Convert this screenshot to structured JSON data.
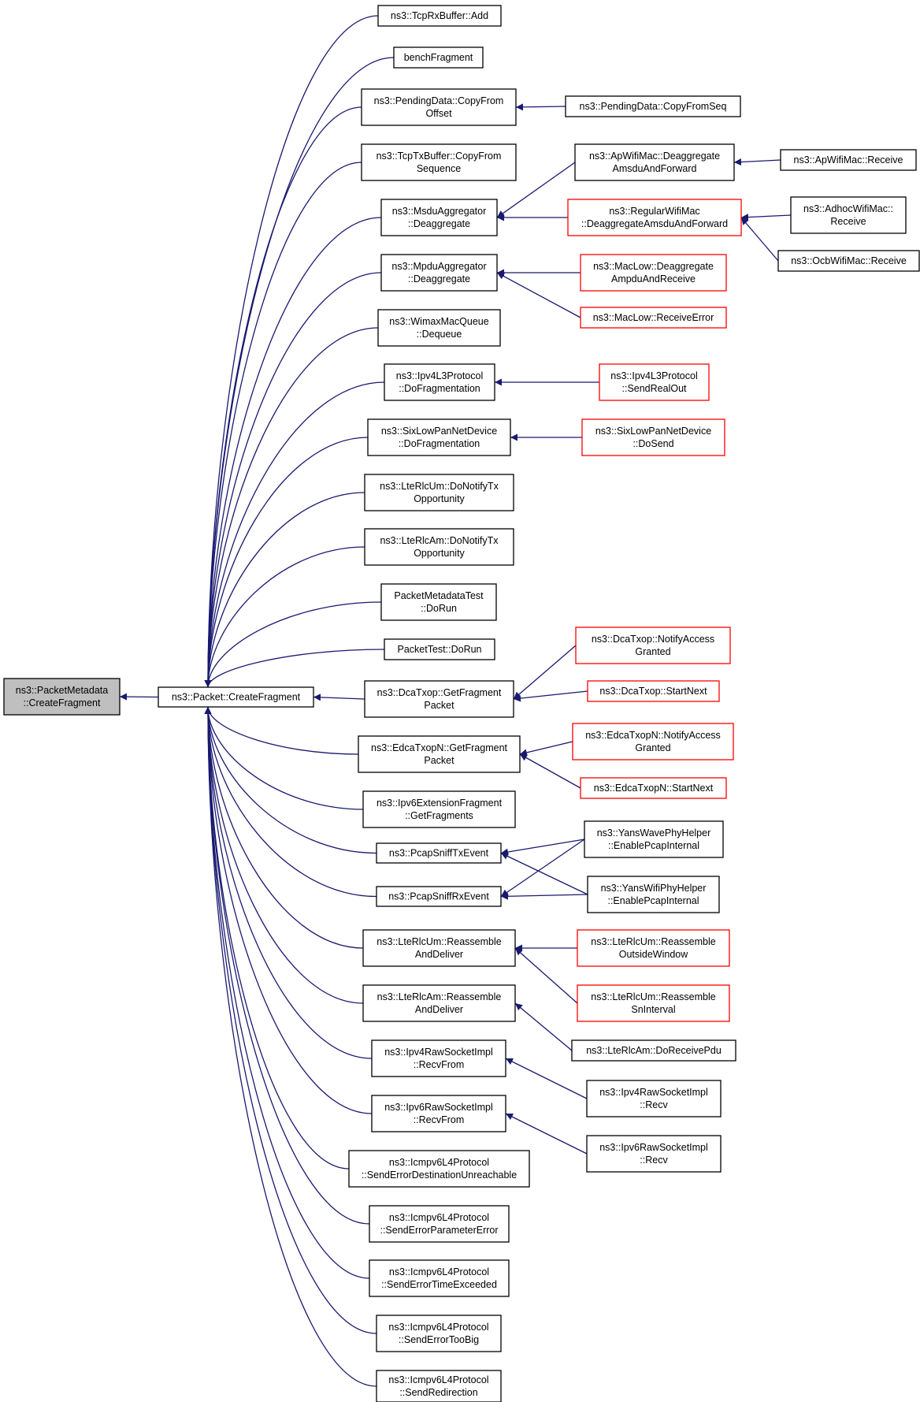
{
  "colors": {
    "edge": "#191970",
    "normal_border": "#000000",
    "truncated_border": "#ff0000",
    "root_fill": "#bfbfbf",
    "node_fill": "#ffffff"
  },
  "nodes": [
    {
      "id": "n0",
      "lines": [
        "ns3::PacketMetadata",
        "::CreateFragment"
      ],
      "kind": "root"
    },
    {
      "id": "n1",
      "lines": [
        "ns3::Packet::CreateFragment"
      ],
      "kind": "normal"
    },
    {
      "id": "n2",
      "lines": [
        "ns3::TcpRxBuffer::Add"
      ],
      "kind": "normal"
    },
    {
      "id": "n3",
      "lines": [
        "benchFragment"
      ],
      "kind": "normal"
    },
    {
      "id": "n4",
      "lines": [
        "ns3::PendingData::CopyFrom",
        "Offset"
      ],
      "kind": "normal"
    },
    {
      "id": "n5",
      "lines": [
        "ns3::TcpTxBuffer::CopyFrom",
        "Sequence"
      ],
      "kind": "normal"
    },
    {
      "id": "n6",
      "lines": [
        "ns3::MsduAggregator",
        "::Deaggregate"
      ],
      "kind": "normal"
    },
    {
      "id": "n7",
      "lines": [
        "ns3::MpduAggregator",
        "::Deaggregate"
      ],
      "kind": "normal"
    },
    {
      "id": "n8",
      "lines": [
        "ns3::WimaxMacQueue",
        "::Dequeue"
      ],
      "kind": "normal"
    },
    {
      "id": "n9",
      "lines": [
        "ns3::Ipv4L3Protocol",
        "::DoFragmentation"
      ],
      "kind": "normal"
    },
    {
      "id": "n10",
      "lines": [
        "ns3::SixLowPanNetDevice",
        "::DoFragmentation"
      ],
      "kind": "normal"
    },
    {
      "id": "n11",
      "lines": [
        "ns3::LteRlcUm::DoNotifyTx",
        "Opportunity"
      ],
      "kind": "normal"
    },
    {
      "id": "n12",
      "lines": [
        "ns3::LteRlcAm::DoNotifyTx",
        "Opportunity"
      ],
      "kind": "normal"
    },
    {
      "id": "n13",
      "lines": [
        "PacketMetadataTest",
        "::DoRun"
      ],
      "kind": "normal"
    },
    {
      "id": "n14",
      "lines": [
        "PacketTest::DoRun"
      ],
      "kind": "normal"
    },
    {
      "id": "n15",
      "lines": [
        "ns3::DcaTxop::GetFragment",
        "Packet"
      ],
      "kind": "normal"
    },
    {
      "id": "n16",
      "lines": [
        "ns3::EdcaTxopN::GetFragment",
        "Packet"
      ],
      "kind": "normal"
    },
    {
      "id": "n17",
      "lines": [
        "ns3::Ipv6ExtensionFragment",
        "::GetFragments"
      ],
      "kind": "normal"
    },
    {
      "id": "n18",
      "lines": [
        "ns3::PcapSniffTxEvent"
      ],
      "kind": "normal"
    },
    {
      "id": "n19",
      "lines": [
        "ns3::PcapSniffRxEvent"
      ],
      "kind": "normal"
    },
    {
      "id": "n20",
      "lines": [
        "ns3::LteRlcUm::Reassemble",
        "AndDeliver"
      ],
      "kind": "normal"
    },
    {
      "id": "n21",
      "lines": [
        "ns3::LteRlcAm::Reassemble",
        "AndDeliver"
      ],
      "kind": "normal"
    },
    {
      "id": "n22",
      "lines": [
        "ns3::Ipv4RawSocketImpl",
        "::RecvFrom"
      ],
      "kind": "normal"
    },
    {
      "id": "n23",
      "lines": [
        "ns3::Ipv6RawSocketImpl",
        "::RecvFrom"
      ],
      "kind": "normal"
    },
    {
      "id": "n24",
      "lines": [
        "ns3::Icmpv6L4Protocol",
        "::SendErrorDestinationUnreachable"
      ],
      "kind": "normal"
    },
    {
      "id": "n25",
      "lines": [
        "ns3::Icmpv6L4Protocol",
        "::SendErrorParameterError"
      ],
      "kind": "normal"
    },
    {
      "id": "n26",
      "lines": [
        "ns3::Icmpv6L4Protocol",
        "::SendErrorTimeExceeded"
      ],
      "kind": "normal"
    },
    {
      "id": "n27",
      "lines": [
        "ns3::Icmpv6L4Protocol",
        "::SendErrorTooBig"
      ],
      "kind": "normal"
    },
    {
      "id": "n28",
      "lines": [
        "ns3::Icmpv6L4Protocol",
        "::SendRedirection"
      ],
      "kind": "normal"
    },
    {
      "id": "n29",
      "lines": [
        "ns3::PendingData::CopyFromSeq"
      ],
      "kind": "normal"
    },
    {
      "id": "n30",
      "lines": [
        "ns3::ApWifiMac::Deaggregate",
        "AmsduAndForward"
      ],
      "kind": "normal"
    },
    {
      "id": "n31",
      "lines": [
        "ns3::RegularWifiMac",
        "::DeaggregateAmsduAndForward"
      ],
      "kind": "truncated"
    },
    {
      "id": "n32",
      "lines": [
        "ns3::MacLow::Deaggregate",
        "AmpduAndReceive"
      ],
      "kind": "truncated"
    },
    {
      "id": "n33",
      "lines": [
        "ns3::MacLow::ReceiveError"
      ],
      "kind": "truncated"
    },
    {
      "id": "n34",
      "lines": [
        "ns3::Ipv4L3Protocol",
        "::SendRealOut"
      ],
      "kind": "truncated"
    },
    {
      "id": "n35",
      "lines": [
        "ns3::SixLowPanNetDevice",
        "::DoSend"
      ],
      "kind": "truncated"
    },
    {
      "id": "n36",
      "lines": [
        "ns3::DcaTxop::NotifyAccess",
        "Granted"
      ],
      "kind": "truncated"
    },
    {
      "id": "n37",
      "lines": [
        "ns3::DcaTxop::StartNext"
      ],
      "kind": "truncated"
    },
    {
      "id": "n38",
      "lines": [
        "ns3::EdcaTxopN::NotifyAccess",
        "Granted"
      ],
      "kind": "truncated"
    },
    {
      "id": "n39",
      "lines": [
        "ns3::EdcaTxopN::StartNext"
      ],
      "kind": "truncated"
    },
    {
      "id": "n40",
      "lines": [
        "ns3::YansWavePhyHelper",
        "::EnablePcapInternal"
      ],
      "kind": "normal"
    },
    {
      "id": "n41",
      "lines": [
        "ns3::YansWifiPhyHelper",
        "::EnablePcapInternal"
      ],
      "kind": "normal"
    },
    {
      "id": "n42",
      "lines": [
        "ns3::LteRlcUm::Reassemble",
        "OutsideWindow"
      ],
      "kind": "truncated"
    },
    {
      "id": "n43",
      "lines": [
        "ns3::LteRlcUm::Reassemble",
        "SnInterval"
      ],
      "kind": "truncated"
    },
    {
      "id": "n44",
      "lines": [
        "ns3::LteRlcAm::DoReceivePdu"
      ],
      "kind": "normal"
    },
    {
      "id": "n45",
      "lines": [
        "ns3::Ipv4RawSocketImpl",
        "::Recv"
      ],
      "kind": "normal"
    },
    {
      "id": "n46",
      "lines": [
        "ns3::Ipv6RawSocketImpl",
        "::Recv"
      ],
      "kind": "normal"
    },
    {
      "id": "n47",
      "lines": [
        "ns3::ApWifiMac::Receive"
      ],
      "kind": "normal"
    },
    {
      "id": "n48",
      "lines": [
        "ns3::AdhocWifiMac::",
        "Receive"
      ],
      "kind": "normal"
    },
    {
      "id": "n49",
      "lines": [
        "ns3::OcbWifiMac::Receive"
      ],
      "kind": "normal"
    }
  ],
  "edges": [
    {
      "from": "n1",
      "to": "n0"
    },
    {
      "from": "n2",
      "to": "n1"
    },
    {
      "from": "n3",
      "to": "n1"
    },
    {
      "from": "n4",
      "to": "n1"
    },
    {
      "from": "n5",
      "to": "n1"
    },
    {
      "from": "n6",
      "to": "n1"
    },
    {
      "from": "n7",
      "to": "n1"
    },
    {
      "from": "n8",
      "to": "n1"
    },
    {
      "from": "n9",
      "to": "n1"
    },
    {
      "from": "n10",
      "to": "n1"
    },
    {
      "from": "n11",
      "to": "n1"
    },
    {
      "from": "n12",
      "to": "n1"
    },
    {
      "from": "n13",
      "to": "n1"
    },
    {
      "from": "n14",
      "to": "n1"
    },
    {
      "from": "n15",
      "to": "n1"
    },
    {
      "from": "n16",
      "to": "n1"
    },
    {
      "from": "n17",
      "to": "n1"
    },
    {
      "from": "n18",
      "to": "n1"
    },
    {
      "from": "n19",
      "to": "n1"
    },
    {
      "from": "n20",
      "to": "n1"
    },
    {
      "from": "n21",
      "to": "n1"
    },
    {
      "from": "n22",
      "to": "n1"
    },
    {
      "from": "n23",
      "to": "n1"
    },
    {
      "from": "n24",
      "to": "n1"
    },
    {
      "from": "n25",
      "to": "n1"
    },
    {
      "from": "n26",
      "to": "n1"
    },
    {
      "from": "n27",
      "to": "n1"
    },
    {
      "from": "n28",
      "to": "n1"
    },
    {
      "from": "n29",
      "to": "n4"
    },
    {
      "from": "n30",
      "to": "n6"
    },
    {
      "from": "n31",
      "to": "n6"
    },
    {
      "from": "n47",
      "to": "n30"
    },
    {
      "from": "n48",
      "to": "n31"
    },
    {
      "from": "n49",
      "to": "n31"
    },
    {
      "from": "n32",
      "to": "n7"
    },
    {
      "from": "n33",
      "to": "n7"
    },
    {
      "from": "n34",
      "to": "n9"
    },
    {
      "from": "n35",
      "to": "n10"
    },
    {
      "from": "n36",
      "to": "n15"
    },
    {
      "from": "n37",
      "to": "n15"
    },
    {
      "from": "n38",
      "to": "n16"
    },
    {
      "from": "n39",
      "to": "n16"
    },
    {
      "from": "n40",
      "to": "n18"
    },
    {
      "from": "n41",
      "to": "n18"
    },
    {
      "from": "n40",
      "to": "n19"
    },
    {
      "from": "n41",
      "to": "n19"
    },
    {
      "from": "n42",
      "to": "n20"
    },
    {
      "from": "n43",
      "to": "n20"
    },
    {
      "from": "n44",
      "to": "n21"
    },
    {
      "from": "n45",
      "to": "n22"
    },
    {
      "from": "n46",
      "to": "n23"
    }
  ]
}
